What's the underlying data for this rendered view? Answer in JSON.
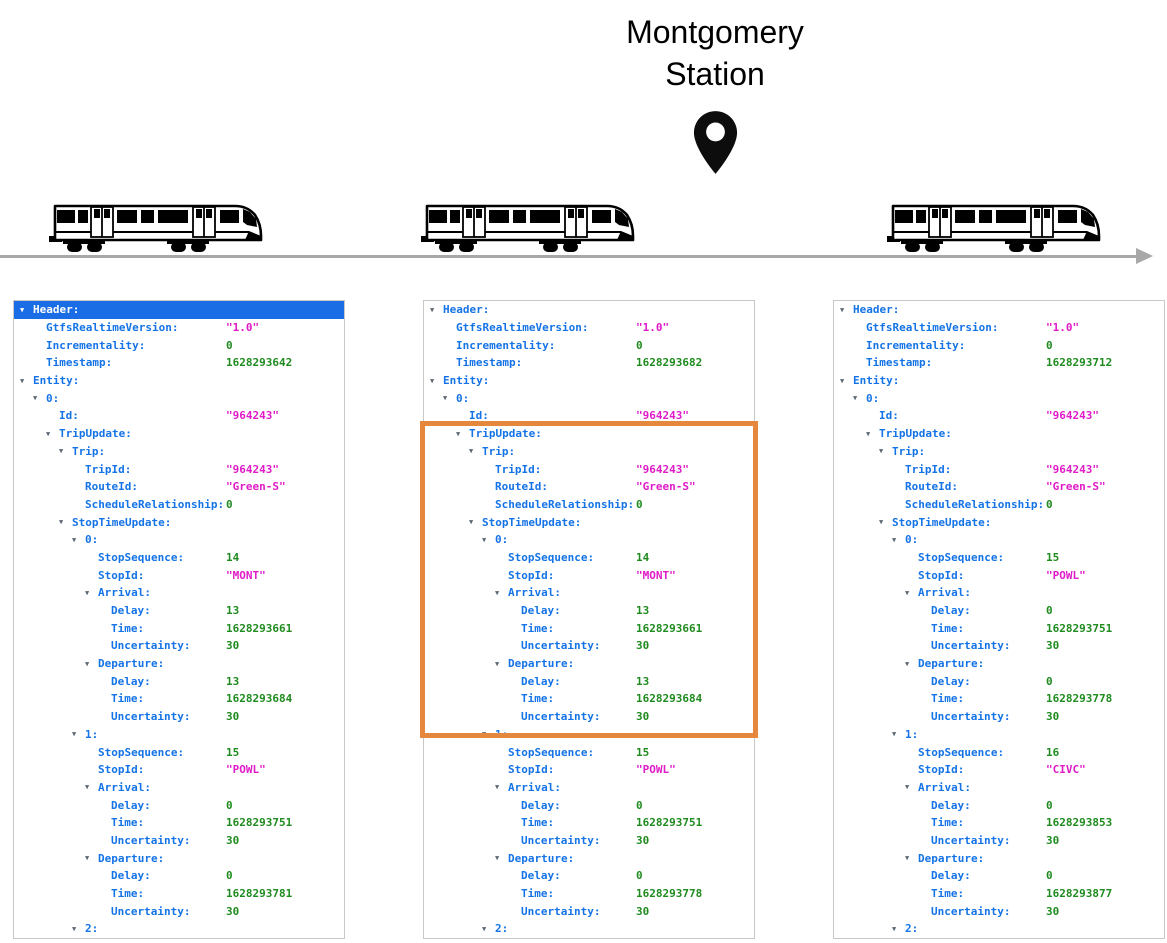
{
  "station": {
    "line1": "Montgomery",
    "line2": "Station"
  },
  "colors": {
    "key": "#1473e6",
    "string": "#e01bc8",
    "number": "#1f8b1f",
    "selected_bg": "#1a6de4",
    "selected_text": "#ffffff",
    "highlight": "#e5873c",
    "track": "#a8a8a8",
    "panel_border": "#c8c8c8"
  },
  "feeds": [
    {
      "selected_row": 0,
      "rows": [
        {
          "i": 0,
          "t": 1,
          "k": "Header:",
          "v": "",
          "c": ""
        },
        {
          "i": 1,
          "t": 0,
          "k": "GtfsRealtimeVersion:",
          "v": "\"1.0\"",
          "c": "s"
        },
        {
          "i": 1,
          "t": 0,
          "k": "Incrementality:",
          "v": "0",
          "c": "n"
        },
        {
          "i": 1,
          "t": 0,
          "k": "Timestamp:",
          "v": "1628293642",
          "c": "n"
        },
        {
          "i": 0,
          "t": 1,
          "k": "Entity:",
          "v": "",
          "c": ""
        },
        {
          "i": 1,
          "t": 1,
          "k": "0:",
          "v": "",
          "c": ""
        },
        {
          "i": 2,
          "t": 0,
          "k": "Id:",
          "v": "\"964243\"",
          "c": "s"
        },
        {
          "i": 2,
          "t": 1,
          "k": "TripUpdate:",
          "v": "",
          "c": ""
        },
        {
          "i": 3,
          "t": 1,
          "k": "Trip:",
          "v": "",
          "c": ""
        },
        {
          "i": 4,
          "t": 0,
          "k": "TripId:",
          "v": "\"964243\"",
          "c": "s"
        },
        {
          "i": 4,
          "t": 0,
          "k": "RouteId:",
          "v": "\"Green-S\"",
          "c": "s"
        },
        {
          "i": 4,
          "t": 0,
          "k": "ScheduleRelationship:",
          "v": "0",
          "c": "n"
        },
        {
          "i": 3,
          "t": 1,
          "k": "StopTimeUpdate:",
          "v": "",
          "c": ""
        },
        {
          "i": 4,
          "t": 1,
          "k": "0:",
          "v": "",
          "c": ""
        },
        {
          "i": 5,
          "t": 0,
          "k": "StopSequence:",
          "v": "14",
          "c": "n"
        },
        {
          "i": 5,
          "t": 0,
          "k": "StopId:",
          "v": "\"MONT\"",
          "c": "s"
        },
        {
          "i": 5,
          "t": 1,
          "k": "Arrival:",
          "v": "",
          "c": ""
        },
        {
          "i": 6,
          "t": 0,
          "k": "Delay:",
          "v": "13",
          "c": "n"
        },
        {
          "i": 6,
          "t": 0,
          "k": "Time:",
          "v": "1628293661",
          "c": "n"
        },
        {
          "i": 6,
          "t": 0,
          "k": "Uncertainty:",
          "v": "30",
          "c": "n"
        },
        {
          "i": 5,
          "t": 1,
          "k": "Departure:",
          "v": "",
          "c": ""
        },
        {
          "i": 6,
          "t": 0,
          "k": "Delay:",
          "v": "13",
          "c": "n"
        },
        {
          "i": 6,
          "t": 0,
          "k": "Time:",
          "v": "1628293684",
          "c": "n"
        },
        {
          "i": 6,
          "t": 0,
          "k": "Uncertainty:",
          "v": "30",
          "c": "n"
        },
        {
          "i": 4,
          "t": 1,
          "k": "1:",
          "v": "",
          "c": ""
        },
        {
          "i": 5,
          "t": 0,
          "k": "StopSequence:",
          "v": "15",
          "c": "n"
        },
        {
          "i": 5,
          "t": 0,
          "k": "StopId:",
          "v": "\"POWL\"",
          "c": "s"
        },
        {
          "i": 5,
          "t": 1,
          "k": "Arrival:",
          "v": "",
          "c": ""
        },
        {
          "i": 6,
          "t": 0,
          "k": "Delay:",
          "v": "0",
          "c": "n"
        },
        {
          "i": 6,
          "t": 0,
          "k": "Time:",
          "v": "1628293751",
          "c": "n"
        },
        {
          "i": 6,
          "t": 0,
          "k": "Uncertainty:",
          "v": "30",
          "c": "n"
        },
        {
          "i": 5,
          "t": 1,
          "k": "Departure:",
          "v": "",
          "c": ""
        },
        {
          "i": 6,
          "t": 0,
          "k": "Delay:",
          "v": "0",
          "c": "n"
        },
        {
          "i": 6,
          "t": 0,
          "k": "Time:",
          "v": "1628293781",
          "c": "n"
        },
        {
          "i": 6,
          "t": 0,
          "k": "Uncertainty:",
          "v": "30",
          "c": "n"
        },
        {
          "i": 4,
          "t": 1,
          "k": "2:",
          "v": "",
          "c": ""
        }
      ]
    },
    {
      "highlight": {
        "start": 7,
        "end": 23
      },
      "rows": [
        {
          "i": 0,
          "t": 1,
          "k": "Header:",
          "v": "",
          "c": ""
        },
        {
          "i": 1,
          "t": 0,
          "k": "GtfsRealtimeVersion:",
          "v": "\"1.0\"",
          "c": "s"
        },
        {
          "i": 1,
          "t": 0,
          "k": "Incrementality:",
          "v": "0",
          "c": "n"
        },
        {
          "i": 1,
          "t": 0,
          "k": "Timestamp:",
          "v": "1628293682",
          "c": "n"
        },
        {
          "i": 0,
          "t": 1,
          "k": "Entity:",
          "v": "",
          "c": ""
        },
        {
          "i": 1,
          "t": 1,
          "k": "0:",
          "v": "",
          "c": ""
        },
        {
          "i": 2,
          "t": 0,
          "k": "Id:",
          "v": "\"964243\"",
          "c": "s"
        },
        {
          "i": 2,
          "t": 1,
          "k": "TripUpdate:",
          "v": "",
          "c": ""
        },
        {
          "i": 3,
          "t": 1,
          "k": "Trip:",
          "v": "",
          "c": ""
        },
        {
          "i": 4,
          "t": 0,
          "k": "TripId:",
          "v": "\"964243\"",
          "c": "s"
        },
        {
          "i": 4,
          "t": 0,
          "k": "RouteId:",
          "v": "\"Green-S\"",
          "c": "s"
        },
        {
          "i": 4,
          "t": 0,
          "k": "ScheduleRelationship:",
          "v": "0",
          "c": "n"
        },
        {
          "i": 3,
          "t": 1,
          "k": "StopTimeUpdate:",
          "v": "",
          "c": ""
        },
        {
          "i": 4,
          "t": 1,
          "k": "0:",
          "v": "",
          "c": ""
        },
        {
          "i": 5,
          "t": 0,
          "k": "StopSequence:",
          "v": "14",
          "c": "n"
        },
        {
          "i": 5,
          "t": 0,
          "k": "StopId:",
          "v": "\"MONT\"",
          "c": "s"
        },
        {
          "i": 5,
          "t": 1,
          "k": "Arrival:",
          "v": "",
          "c": ""
        },
        {
          "i": 6,
          "t": 0,
          "k": "Delay:",
          "v": "13",
          "c": "n"
        },
        {
          "i": 6,
          "t": 0,
          "k": "Time:",
          "v": "1628293661",
          "c": "n"
        },
        {
          "i": 6,
          "t": 0,
          "k": "Uncertainty:",
          "v": "30",
          "c": "n"
        },
        {
          "i": 5,
          "t": 1,
          "k": "Departure:",
          "v": "",
          "c": ""
        },
        {
          "i": 6,
          "t": 0,
          "k": "Delay:",
          "v": "13",
          "c": "n"
        },
        {
          "i": 6,
          "t": 0,
          "k": "Time:",
          "v": "1628293684",
          "c": "n"
        },
        {
          "i": 6,
          "t": 0,
          "k": "Uncertainty:",
          "v": "30",
          "c": "n"
        },
        {
          "i": 4,
          "t": 1,
          "k": "1:",
          "v": "",
          "c": ""
        },
        {
          "i": 5,
          "t": 0,
          "k": "StopSequence:",
          "v": "15",
          "c": "n"
        },
        {
          "i": 5,
          "t": 0,
          "k": "StopId:",
          "v": "\"POWL\"",
          "c": "s"
        },
        {
          "i": 5,
          "t": 1,
          "k": "Arrival:",
          "v": "",
          "c": ""
        },
        {
          "i": 6,
          "t": 0,
          "k": "Delay:",
          "v": "0",
          "c": "n"
        },
        {
          "i": 6,
          "t": 0,
          "k": "Time:",
          "v": "1628293751",
          "c": "n"
        },
        {
          "i": 6,
          "t": 0,
          "k": "Uncertainty:",
          "v": "30",
          "c": "n"
        },
        {
          "i": 5,
          "t": 1,
          "k": "Departure:",
          "v": "",
          "c": ""
        },
        {
          "i": 6,
          "t": 0,
          "k": "Delay:",
          "v": "0",
          "c": "n"
        },
        {
          "i": 6,
          "t": 0,
          "k": "Time:",
          "v": "1628293778",
          "c": "n"
        },
        {
          "i": 6,
          "t": 0,
          "k": "Uncertainty:",
          "v": "30",
          "c": "n"
        },
        {
          "i": 4,
          "t": 1,
          "k": "2:",
          "v": "",
          "c": ""
        }
      ]
    },
    {
      "rows": [
        {
          "i": 0,
          "t": 1,
          "k": "Header:",
          "v": "",
          "c": ""
        },
        {
          "i": 1,
          "t": 0,
          "k": "GtfsRealtimeVersion:",
          "v": "\"1.0\"",
          "c": "s"
        },
        {
          "i": 1,
          "t": 0,
          "k": "Incrementality:",
          "v": "0",
          "c": "n"
        },
        {
          "i": 1,
          "t": 0,
          "k": "Timestamp:",
          "v": "1628293712",
          "c": "n"
        },
        {
          "i": 0,
          "t": 1,
          "k": "Entity:",
          "v": "",
          "c": ""
        },
        {
          "i": 1,
          "t": 1,
          "k": "0:",
          "v": "",
          "c": ""
        },
        {
          "i": 2,
          "t": 0,
          "k": "Id:",
          "v": "\"964243\"",
          "c": "s"
        },
        {
          "i": 2,
          "t": 1,
          "k": "TripUpdate:",
          "v": "",
          "c": ""
        },
        {
          "i": 3,
          "t": 1,
          "k": "Trip:",
          "v": "",
          "c": ""
        },
        {
          "i": 4,
          "t": 0,
          "k": "TripId:",
          "v": "\"964243\"",
          "c": "s"
        },
        {
          "i": 4,
          "t": 0,
          "k": "RouteId:",
          "v": "\"Green-S\"",
          "c": "s"
        },
        {
          "i": 4,
          "t": 0,
          "k": "ScheduleRelationship:",
          "v": "0",
          "c": "n"
        },
        {
          "i": 3,
          "t": 1,
          "k": "StopTimeUpdate:",
          "v": "",
          "c": ""
        },
        {
          "i": 4,
          "t": 1,
          "k": "0:",
          "v": "",
          "c": ""
        },
        {
          "i": 5,
          "t": 0,
          "k": "StopSequence:",
          "v": "15",
          "c": "n"
        },
        {
          "i": 5,
          "t": 0,
          "k": "StopId:",
          "v": "\"POWL\"",
          "c": "s"
        },
        {
          "i": 5,
          "t": 1,
          "k": "Arrival:",
          "v": "",
          "c": ""
        },
        {
          "i": 6,
          "t": 0,
          "k": "Delay:",
          "v": "0",
          "c": "n"
        },
        {
          "i": 6,
          "t": 0,
          "k": "Time:",
          "v": "1628293751",
          "c": "n"
        },
        {
          "i": 6,
          "t": 0,
          "k": "Uncertainty:",
          "v": "30",
          "c": "n"
        },
        {
          "i": 5,
          "t": 1,
          "k": "Departure:",
          "v": "",
          "c": ""
        },
        {
          "i": 6,
          "t": 0,
          "k": "Delay:",
          "v": "0",
          "c": "n"
        },
        {
          "i": 6,
          "t": 0,
          "k": "Time:",
          "v": "1628293778",
          "c": "n"
        },
        {
          "i": 6,
          "t": 0,
          "k": "Uncertainty:",
          "v": "30",
          "c": "n"
        },
        {
          "i": 4,
          "t": 1,
          "k": "1:",
          "v": "",
          "c": ""
        },
        {
          "i": 5,
          "t": 0,
          "k": "StopSequence:",
          "v": "16",
          "c": "n"
        },
        {
          "i": 5,
          "t": 0,
          "k": "StopId:",
          "v": "\"CIVC\"",
          "c": "s"
        },
        {
          "i": 5,
          "t": 1,
          "k": "Arrival:",
          "v": "",
          "c": ""
        },
        {
          "i": 6,
          "t": 0,
          "k": "Delay:",
          "v": "0",
          "c": "n"
        },
        {
          "i": 6,
          "t": 0,
          "k": "Time:",
          "v": "1628293853",
          "c": "n"
        },
        {
          "i": 6,
          "t": 0,
          "k": "Uncertainty:",
          "v": "30",
          "c": "n"
        },
        {
          "i": 5,
          "t": 1,
          "k": "Departure:",
          "v": "",
          "c": ""
        },
        {
          "i": 6,
          "t": 0,
          "k": "Delay:",
          "v": "0",
          "c": "n"
        },
        {
          "i": 6,
          "t": 0,
          "k": "Time:",
          "v": "1628293877",
          "c": "n"
        },
        {
          "i": 6,
          "t": 0,
          "k": "Uncertainty:",
          "v": "30",
          "c": "n"
        },
        {
          "i": 4,
          "t": 1,
          "k": "2:",
          "v": "",
          "c": ""
        }
      ]
    }
  ]
}
